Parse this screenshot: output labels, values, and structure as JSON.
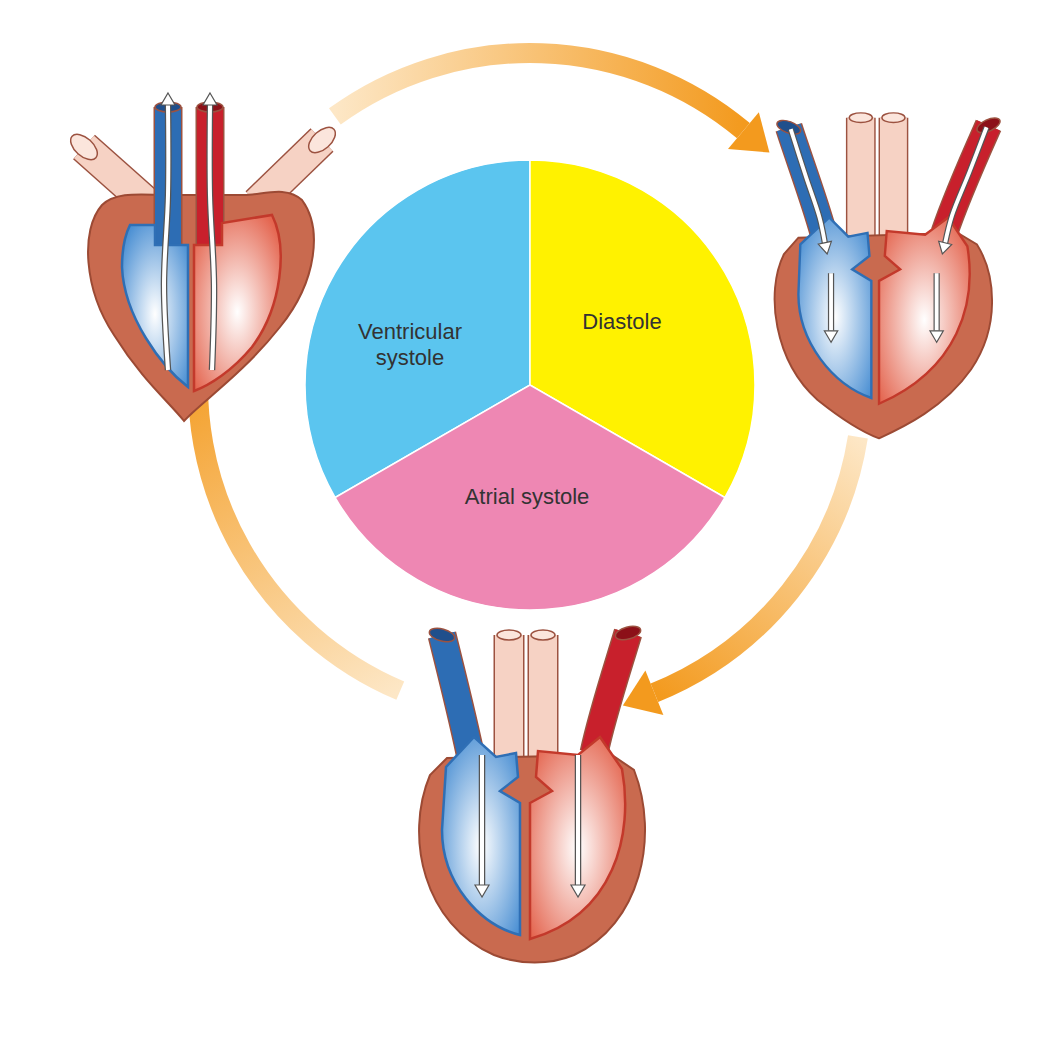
{
  "diagram": {
    "nodes": [
      {
        "text": [
          "Ventricular systole"
        ]
      },
      {
        "text": [
          "Diastole"
        ]
      },
      {
        "text": [
          "Atrial systole"
        ]
      }
    ]
  }
}
